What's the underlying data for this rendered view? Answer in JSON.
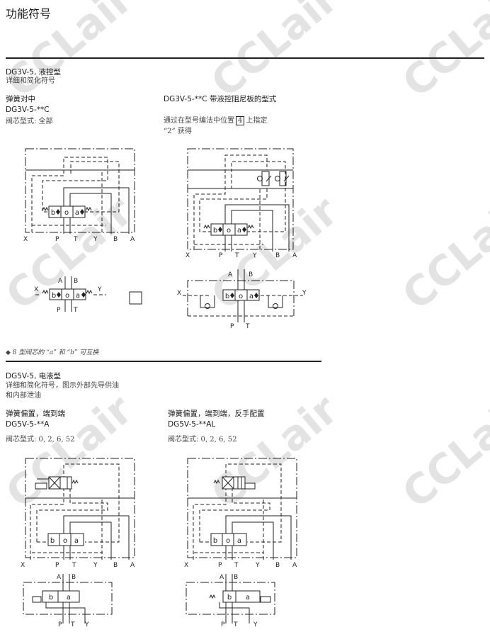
{
  "page_title": "功能符号",
  "watermark": "CCLair",
  "section1": {
    "heading": "DG3V-5, 液控型",
    "subheading": "详细和简化符号",
    "left": {
      "title": "弹簧对中",
      "model": "DG3V-5-**C",
      "spool": "阀芯型式: 全部"
    },
    "right": {
      "title": "DG3V-5-**C  带液控阻尼板的型式",
      "note_pre": "通过在型号编法中位置",
      "note_box": "4",
      "note_post": "上指定",
      "note_line2": "“2” 获得"
    }
  },
  "footnote": "◆  8 型阀芯的 “a” 和 “b” 可互换",
  "section2": {
    "heading": "DG5V-5, 电液型",
    "subheading1": "详细和简化符号，图示外部先导供油",
    "subheading2": "和内部泄油",
    "left": {
      "title": "弹簧偏置，端到端",
      "model": "DG5V-5-**A",
      "spool": "阀芯型式: 0, 2, 6, 52"
    },
    "right": {
      "title": "弹簧偏置，端到端，反手配置",
      "model": "DG5V-5-**AL",
      "spool": "阀芯型式: 0, 2, 6, 52"
    }
  },
  "diagrams": {
    "ports": {
      "X": "X",
      "P": "P",
      "T": "T",
      "Y": "Y",
      "B": "B",
      "A": "A"
    },
    "positions": {
      "b": "b",
      "o": "o",
      "a": "a"
    }
  }
}
